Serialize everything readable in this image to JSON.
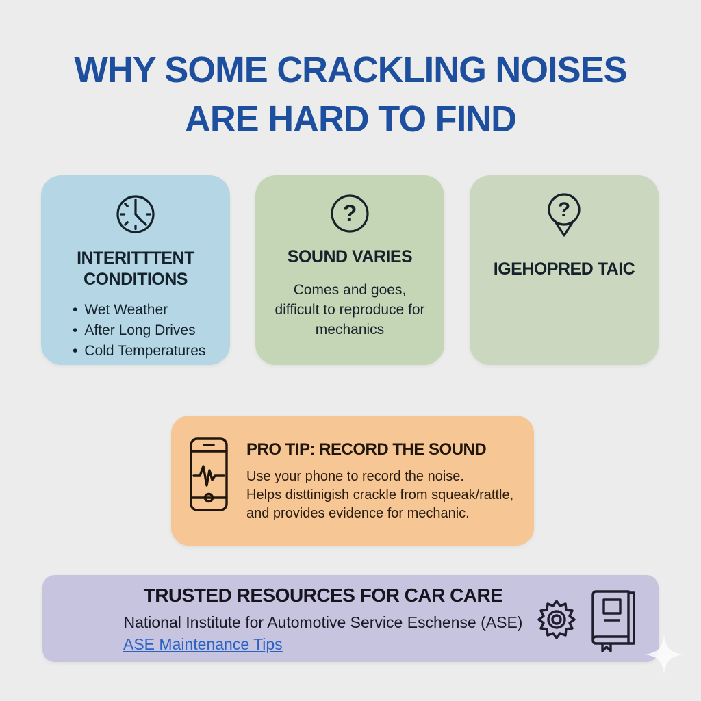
{
  "title": {
    "line1": "WHY SOME CRACKLING NOISES",
    "line2": "ARE HARD TO FIND"
  },
  "cards": [
    {
      "icon": "clock-icon",
      "heading": "INTERITTTENT CONDITIONS",
      "bullets": [
        "Wet Weather",
        "After Long Drives",
        "Cold Temperatures"
      ]
    },
    {
      "icon": "question-circle-icon",
      "heading": "SOUND VARIES",
      "body": "Comes and goes, difficult to reproduce for mechanics"
    },
    {
      "icon": "question-pin-icon",
      "heading": "IGEHOPRED TAIC"
    }
  ],
  "pro_tip": {
    "icon": "phone-recording-icon",
    "heading": "PRO TIP: RECORD THE SOUND",
    "body_lines": [
      "Use your phone to record the noise.",
      "Helps disttinigish crackle from squeak/rattle,",
      "and provides evidence for mechanic."
    ]
  },
  "resources": {
    "heading": "TRUSTED RESOURCES FOR CAR CARE",
    "body": "National Institute for Automotive Service Eschense (ASE)",
    "link_label": "ASE Maintenance Tips",
    "icons": [
      "gear-icon",
      "book-icon"
    ]
  },
  "colors": {
    "background": "#ebeceb",
    "title_blue": "#1d4f9e",
    "card_blue": "#b4d6e5",
    "card_green_1": "#c4d6b5",
    "card_green_2": "#cbd8bf",
    "protip_orange": "#f6c695",
    "resources_purple": "#c6c4de",
    "link_blue": "#2b63c5",
    "dark_text": "#16222b"
  }
}
